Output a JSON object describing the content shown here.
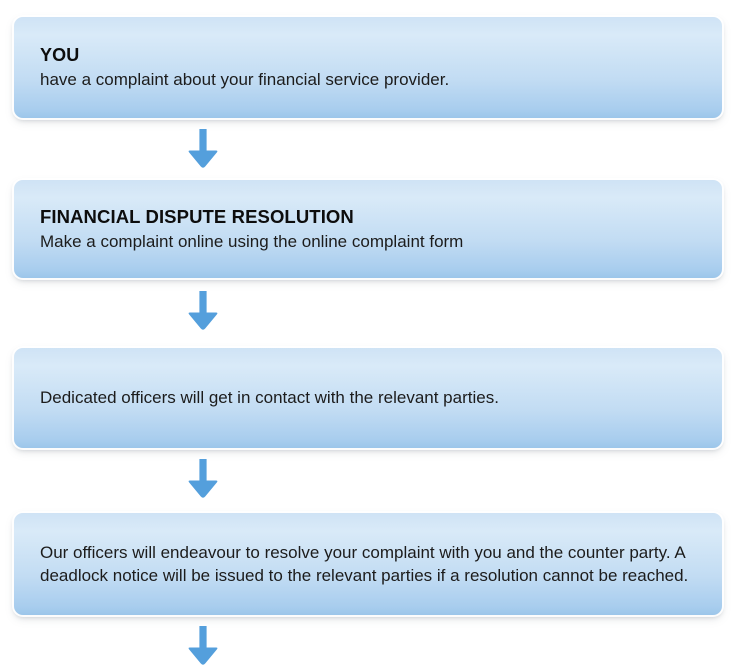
{
  "page": {
    "background_color": "#ffffff",
    "box_gradient_top": "#d9eaf8",
    "box_gradient_bottom": "#9cc6ea",
    "arrow_color": "#549fdc",
    "text_color": "#1c1c1c"
  },
  "flow": {
    "steps": [
      {
        "id": "you",
        "title": "YOU",
        "text": "have a complaint about your financial service provider."
      },
      {
        "id": "financial-dispute-resolution",
        "title": "FINANCIAL DISPUTE RESOLUTION",
        "text": "Make a complaint online using the online complaint form"
      },
      {
        "id": "dedicated-officers",
        "title": "",
        "text": "Dedicated officers will get in contact with the relevant parties."
      },
      {
        "id": "resolution-deadlock",
        "title": "",
        "text": "Our officers will endeavour to resolve your complaint with you and the counter party. A deadlock notice will be issued to the relevant parties if a resolution cannot be reached."
      }
    ],
    "connectors": [
      {
        "id": "connector-1",
        "icon": "arrow-down-icon"
      },
      {
        "id": "connector-2",
        "icon": "arrow-down-icon"
      },
      {
        "id": "connector-3",
        "icon": "arrow-down-icon"
      },
      {
        "id": "connector-4",
        "icon": "arrow-down-icon"
      }
    ]
  }
}
